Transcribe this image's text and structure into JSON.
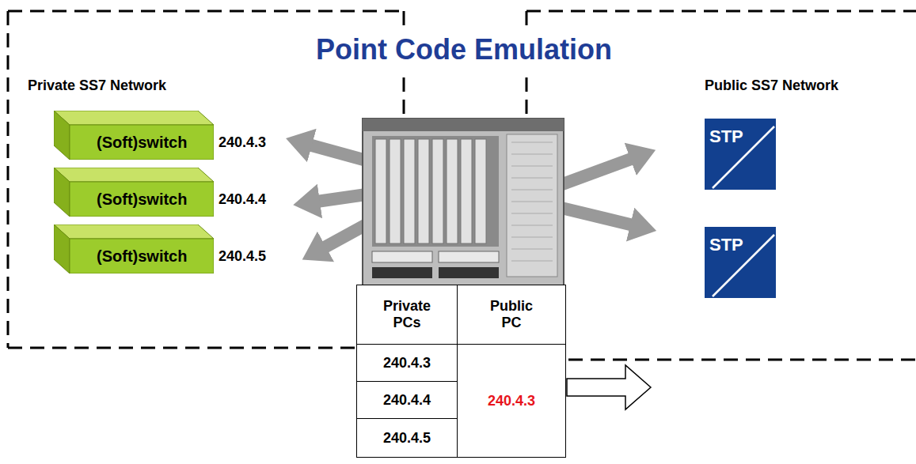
{
  "diagram": {
    "title": "Point Code Emulation",
    "nodes": [
      {
        "text": [
          "(Soft)switch",
          "240.4.3"
        ]
      },
      {
        "text": [
          "(Soft)switch",
          "240.4.4"
        ]
      },
      {
        "text": [
          "(Soft)switch",
          "240.4.5"
        ]
      },
      {
        "text": [
          "STP"
        ]
      },
      {
        "text": [
          "STP"
        ]
      }
    ],
    "labels": [
      "Private SS7 Network",
      "Public SS7 Network",
      "Private PCs",
      "Public PC",
      "240.4.3",
      "240.4.4",
      "240.4.5",
      "240.4.3"
    ]
  }
}
